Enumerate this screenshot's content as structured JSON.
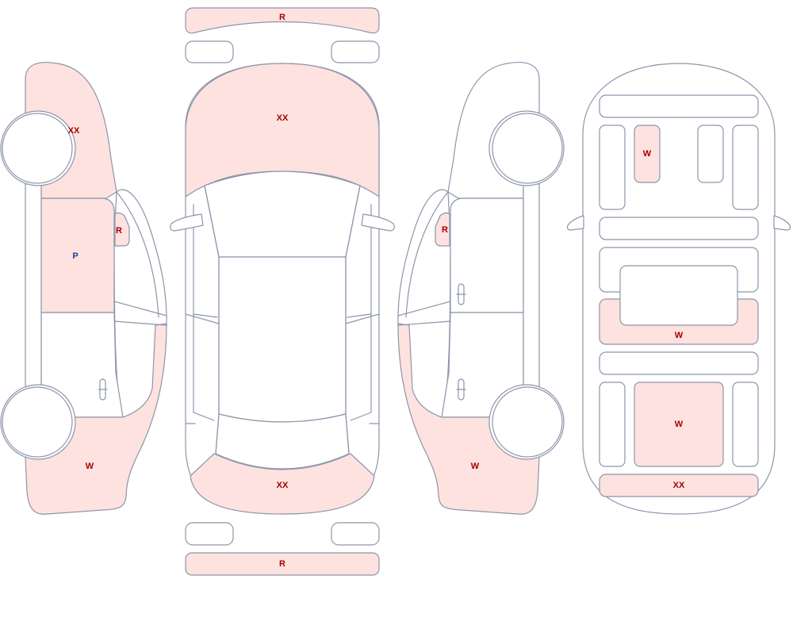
{
  "colors": {
    "outline": "#8d95aa",
    "damaged_fill": "#fde2df",
    "panel_fill": "#ffffff",
    "code_red": "#a50000",
    "code_blue": "#1f3fb4"
  },
  "codes": {
    "top_front_bumper": "R",
    "top_hood": "XX",
    "top_trunk": "XX",
    "top_rear_bumper": "R",
    "left_front_fender": "XX",
    "left_mirror": "R",
    "left_front_door": "P",
    "left_rear_quarter": "W",
    "right_mirror": "R",
    "right_rear_quarter": "W",
    "interior_front_seat": "W",
    "interior_middle_row": "W",
    "interior_rear_seat": "W",
    "interior_trunk": "XX"
  }
}
